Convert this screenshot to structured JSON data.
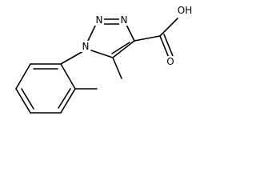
{
  "molecule": {
    "atom_labels": {
      "n1": "N",
      "n2": "N",
      "n3": "N",
      "carboxyl_oh": "OH",
      "carbonyl_o": "O"
    }
  },
  "colors": {
    "bond": "#000000",
    "background": "#ffffff"
  }
}
